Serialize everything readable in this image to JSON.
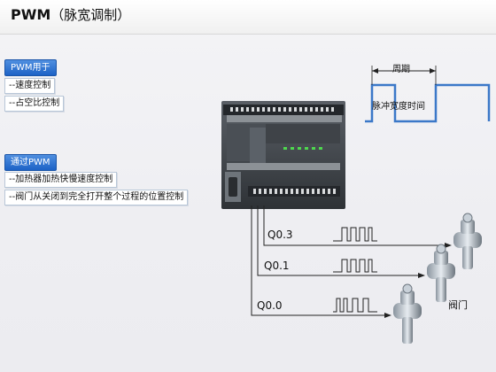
{
  "header": {
    "title": "PWM",
    "subtitle": "（脉宽调制）"
  },
  "uses": {
    "tag": "PWM用于",
    "items": [
      "--速度控制",
      "--占空比控制"
    ]
  },
  "via": {
    "tag": "通过PWM",
    "items": [
      "--加热器加热快慢速度控制",
      "--阀门从关闭到完全打开整个过程的位置控制"
    ]
  },
  "waveform": {
    "period_label": "周期",
    "pulse_width_label": "脉冲宽度时间"
  },
  "outputs": [
    {
      "label": "Q0.3"
    },
    {
      "label": "Q0.1"
    },
    {
      "label": "Q0.0"
    }
  ],
  "valve_label": "阀门",
  "colors": {
    "accent": "#1c62c6",
    "plc": "#3b3f44",
    "wave": "#3b78c8"
  },
  "icons": [
    "plc-controller-icon",
    "valve-icon"
  ]
}
